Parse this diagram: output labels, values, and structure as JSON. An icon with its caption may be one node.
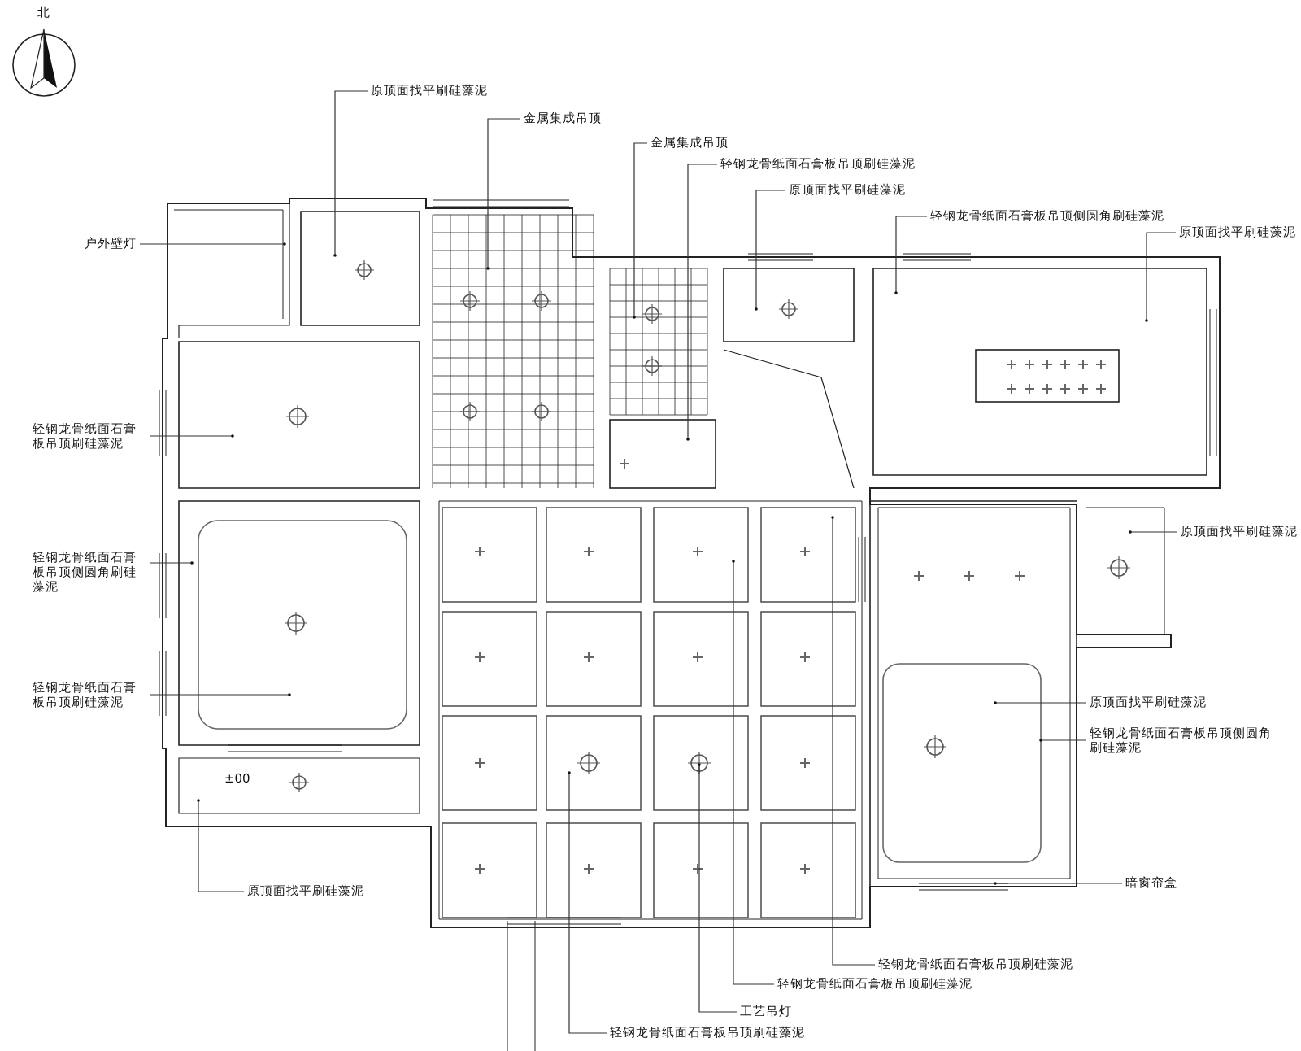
{
  "diagram": {
    "nodes": [
      {
        "text": [
          "原顶面找平刷硅藻泥"
        ]
      },
      {
        "text": [
          "金属集成吊顶"
        ]
      },
      {
        "text": [
          "金属集成吊顶"
        ]
      },
      {
        "text": [
          "轻钢龙骨纸面石膏板吊顶刷硅藻泥"
        ]
      },
      {
        "text": [
          "原顶面找平刷硅藻泥"
        ]
      },
      {
        "text": [
          "轻钢龙骨纸面石膏板吊顶侧圆角刷硅藻泥"
        ]
      },
      {
        "text": [
          "原顶面找平刷硅藻泥"
        ]
      },
      {
        "text": [
          "户外壁灯"
        ]
      },
      {
        "text": [
          "轻钢龙骨纸面石膏板吊顶刷硅藻泥"
        ]
      },
      {
        "text": [
          "轻钢龙骨纸面石膏板吊顶侧圆角刷硅藻泥"
        ]
      },
      {
        "text": [
          "轻钢龙骨纸面石膏板吊顶刷硅藻泥"
        ]
      },
      {
        "text": [
          "原顶面找平刷硅藻泥"
        ]
      },
      {
        "text": [
          "原顶面找平刷硅藻泥"
        ]
      },
      {
        "text": [
          "轻钢龙骨纸面石膏板吊顶侧圆角刷硅藻泥"
        ]
      },
      {
        "text": [
          "暗窗帘盒"
        ]
      },
      {
        "text": [
          "原顶面找平刷硅藻泥"
        ]
      },
      {
        "text": [
          "轻钢龙骨纸面石膏板吊顶刷硅藻泥"
        ]
      },
      {
        "text": [
          "轻钢龙骨纸面石膏板吊顶刷硅藻泥"
        ]
      },
      {
        "text": [
          "工艺吊灯"
        ]
      },
      {
        "text": [
          "轻钢龙骨纸面石膏板吊顶刷硅藻泥"
        ]
      }
    ],
    "edges": [
      {
        "from": 0,
        "to": null,
        "arrow": "none"
      },
      {
        "from": 1,
        "to": null,
        "arrow": "none"
      },
      {
        "from": 2,
        "to": null,
        "arrow": "none"
      },
      {
        "from": 3,
        "to": null,
        "arrow": "none"
      },
      {
        "from": 4,
        "to": null,
        "arrow": "none"
      },
      {
        "from": 5,
        "to": null,
        "arrow": "none"
      },
      {
        "from": 6,
        "to": null,
        "arrow": "none"
      },
      {
        "from": 7,
        "to": null,
        "arrow": "none"
      },
      {
        "from": 8,
        "to": null,
        "arrow": "none"
      },
      {
        "from": 9,
        "to": null,
        "arrow": "none"
      },
      {
        "from": 10,
        "to": null,
        "arrow": "none"
      },
      {
        "from": 11,
        "to": null,
        "arrow": "none"
      },
      {
        "from": 12,
        "to": null,
        "arrow": "none"
      },
      {
        "from": 13,
        "to": null,
        "arrow": "none"
      },
      {
        "from": 14,
        "to": null,
        "arrow": "none"
      },
      {
        "from": 15,
        "to": null,
        "arrow": "none"
      },
      {
        "from": 16,
        "to": null,
        "arrow": "none"
      },
      {
        "from": 17,
        "to": null,
        "arrow": "none"
      },
      {
        "from": 18,
        "to": null,
        "arrow": "none"
      },
      {
        "from": 19,
        "to": null,
        "arrow": "none"
      }
    ],
    "labels": [
      "北",
      "±00"
    ]
  }
}
